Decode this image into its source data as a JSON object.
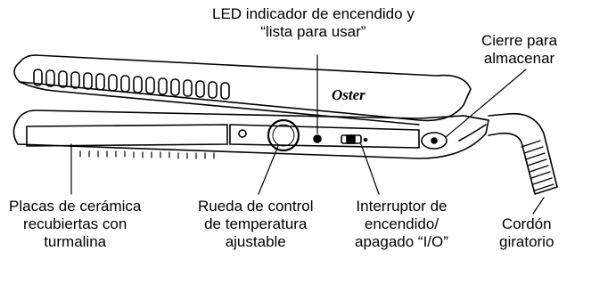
{
  "brand": "Oster",
  "labels": {
    "led": [
      "LED indicador de encendido y",
      "“lista para usar”"
    ],
    "lock": [
      "Cierre para",
      "almacenar"
    ],
    "plates": [
      "Placas de cerámica",
      "recubiertas con",
      "turmalina"
    ],
    "dial": [
      "Rueda de control",
      "de temperatura",
      "ajustable"
    ],
    "switch": [
      "Interruptor de",
      "encendido/",
      "apagado “I/O”"
    ],
    "cord": [
      "Cordón",
      "giratorio"
    ]
  },
  "colors": {
    "ink": "#000000",
    "background": "#ffffff"
  }
}
